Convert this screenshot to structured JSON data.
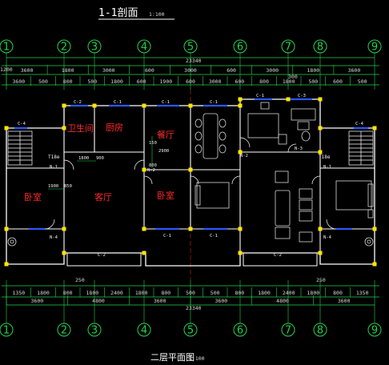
{
  "section_title": "1-1剖面",
  "section_scale": "1:100",
  "plan_title": "二层平面图",
  "plan_scale": "1:100",
  "axis_numbers": [
    "1",
    "2",
    "3",
    "4",
    "5",
    "6",
    "7",
    "8",
    "9"
  ],
  "top_dims": {
    "total": "23340",
    "row1": [
      "3600",
      "1800",
      "3000",
      "600",
      "3000",
      "600",
      "3000",
      "1800",
      "3600"
    ],
    "row2": [
      "3600",
      "500",
      "800",
      "500",
      "1800",
      "600",
      "1900",
      "600",
      "3000",
      "600",
      "800",
      "1800",
      "500",
      "600",
      "500"
    ],
    "row1_mid": "300",
    "row2_left_edge": "1200"
  },
  "bottom_dims": {
    "total": "23340",
    "row1": [
      "1350",
      "1800",
      "800",
      "1800",
      "2400",
      "1800",
      "800",
      "500",
      "500",
      "800",
      "1800",
      "2400",
      "1800",
      "800",
      "1350"
    ],
    "row1_top": "250",
    "row1_top_right": "250",
    "row2": [
      "3600",
      "4800",
      "3600",
      "3600",
      "4800",
      "3600"
    ]
  },
  "rooms": {
    "bath": "卫生间",
    "kitchen": "厨房",
    "dining": "餐厅",
    "bed_left": "卧室",
    "living": "客厅",
    "bed_mid": "卧室"
  },
  "tags": {
    "c2": "C-2",
    "c1": "C-1",
    "c3": "C-3",
    "c4": "C-4",
    "n1": "N-1",
    "n2": "N-2",
    "n3": "N-3",
    "n4": "N-4",
    "stair": "T18e",
    "d1800": "1800",
    "d900": "900",
    "d1900": "1900",
    "d850": "850",
    "d150": "150",
    "d2900": "2900",
    "d800": "800"
  },
  "colors": {
    "wall": "#ffffff",
    "grid": "#22d34a",
    "room_label": "#ff2b2b",
    "dim_line": "#22d34a",
    "window": "#2a57ff",
    "column": "#ffe500",
    "axis_line": "#d02020",
    "fixture": "#d8d8d8"
  }
}
